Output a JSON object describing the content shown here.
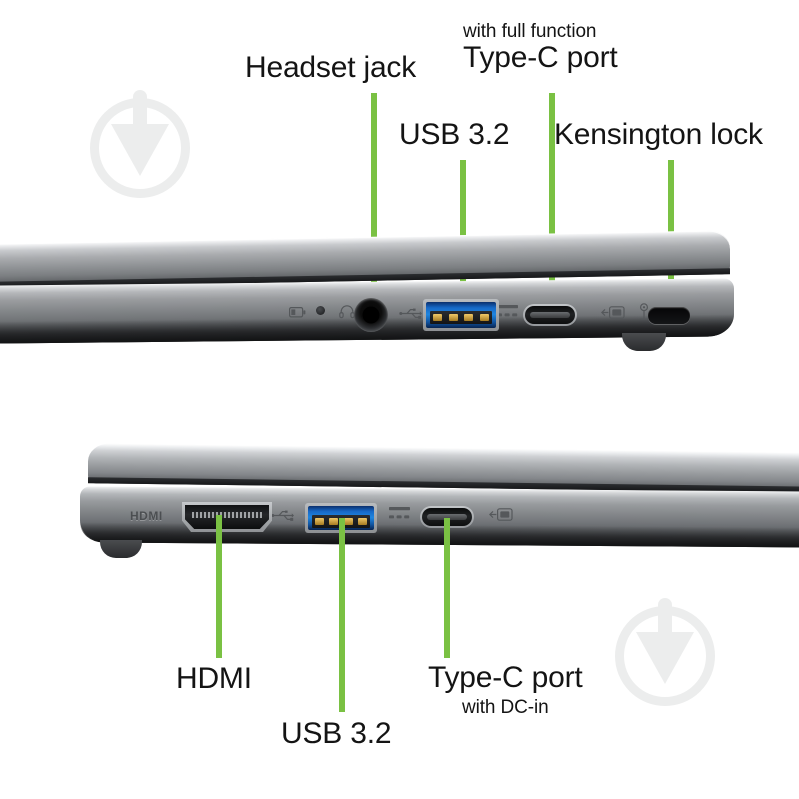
{
  "page": {
    "title": "Laptop side port diagram",
    "background_color": "#ffffff",
    "leader_line_color": "#7ac143",
    "text_color": "#141414"
  },
  "watermarks": [
    {
      "name": "acer-placeholder-watermark",
      "position": "top-left",
      "color": "#eceded"
    },
    {
      "name": "acer-placeholder-watermark",
      "position": "bottom-right",
      "color": "#eceded"
    }
  ],
  "top_view": {
    "name": "right-side-profile",
    "labels": [
      {
        "id": "headset",
        "main": "Headset jack",
        "sub": ""
      },
      {
        "id": "typec_full",
        "main": "Type-C port",
        "sub": "with full function"
      },
      {
        "id": "usb32",
        "main": "USB 3.2",
        "sub": ""
      },
      {
        "id": "kensington",
        "main": "Kensington lock",
        "sub": ""
      }
    ],
    "ports": [
      {
        "id": "headset",
        "type": "audio-jack-3.5mm"
      },
      {
        "id": "usb32",
        "type": "usb-a-3.2",
        "color": "#1768c6"
      },
      {
        "id": "typec_full",
        "type": "usb-type-c"
      },
      {
        "id": "kensington",
        "type": "kensington-lock-slot"
      }
    ],
    "chassis_marks": [
      {
        "id": "battery-indicator",
        "glyph": "battery"
      },
      {
        "id": "power-led",
        "glyph": "led"
      },
      {
        "id": "headset-mark",
        "glyph": "headset"
      },
      {
        "id": "usb-mark",
        "glyph": "usb-trident"
      },
      {
        "id": "usb-ss-mark",
        "glyph": "ss-bars"
      },
      {
        "id": "displayport-mark",
        "glyph": "display-out"
      },
      {
        "id": "lock-mark",
        "glyph": "padlock"
      }
    ]
  },
  "bottom_view": {
    "name": "left-side-profile",
    "labels": [
      {
        "id": "hdmi",
        "main": "HDMI",
        "sub": ""
      },
      {
        "id": "usb32",
        "main": "USB 3.2",
        "sub": ""
      },
      {
        "id": "typec_dc",
        "main": "Type-C port",
        "sub": "with DC-in"
      }
    ],
    "ports": [
      {
        "id": "hdmi",
        "type": "hdmi"
      },
      {
        "id": "usb32",
        "type": "usb-a-3.2",
        "color": "#1768c6"
      },
      {
        "id": "typec_dc",
        "type": "usb-type-c"
      }
    ],
    "chassis_marks": [
      {
        "id": "hdmi-word",
        "glyph": "HDMI"
      },
      {
        "id": "usb-mark",
        "glyph": "usb-trident"
      },
      {
        "id": "usb-ss-mark",
        "glyph": "ss-bars"
      },
      {
        "id": "displayport-mark",
        "glyph": "display-out"
      }
    ]
  }
}
